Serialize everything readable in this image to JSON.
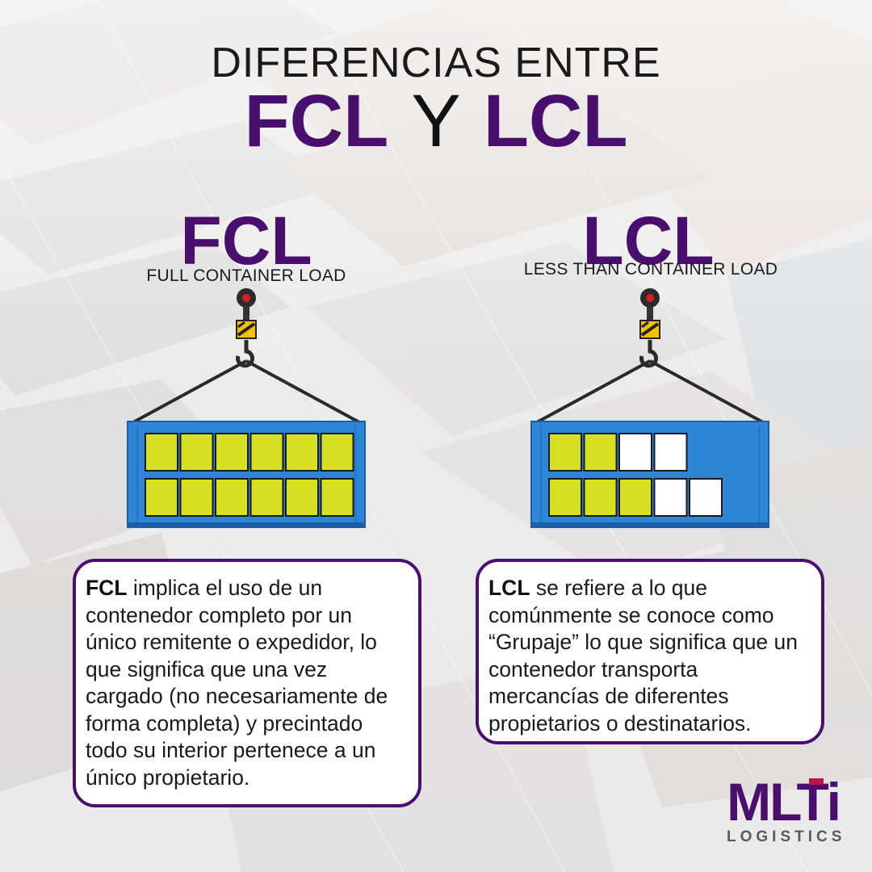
{
  "title": {
    "line1": "DIFERENCIAS ENTRE",
    "left": "FCL",
    "connector": "Y",
    "right": "LCL"
  },
  "fcl": {
    "heading": "FCL",
    "subtitle": "FULL CONTAINER LOAD",
    "filled_boxes": 12,
    "total_boxes": 12,
    "description_bold": "FCL",
    "description": " implica el uso de un contenedor completo por un único remitente o expedidor, lo que significa que una vez cargado (no necesariamente de forma completa) y precintado todo su interior pertenece a un único propietario."
  },
  "lcl": {
    "heading": "LCL",
    "subtitle": "LESS THAN CONTAINER LOAD",
    "filled_boxes": 5,
    "empty_boxes": 4,
    "description_bold": "LCL",
    "description": " se refiere a lo que comúnmente se conoce como “Grupaje” lo que significa que un contenedor transporta mercancías de diferentes propietarios o destinatarios."
  },
  "logo": {
    "mark": "MLTi",
    "sub": "LOGISTICS"
  },
  "colors": {
    "brand": "#4a0f6e",
    "container": "#2e86d6",
    "cargo": "#d7df23",
    "accent": "#c0124f"
  }
}
